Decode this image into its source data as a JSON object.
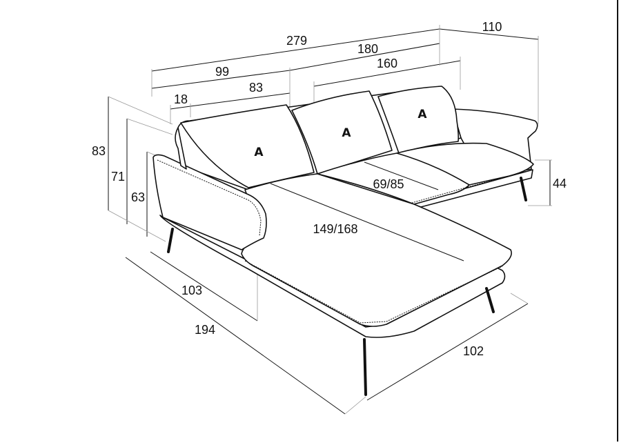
{
  "diagram": {
    "cushion_marker": "A",
    "dimensions": {
      "total_width": "279",
      "chaise_depth_right": "110",
      "sofa_width": "180",
      "module_width_left": "99",
      "seat_width_right": "160",
      "armrest": "18",
      "seat_width_left": "83",
      "height_total": "83",
      "height_back": "71",
      "height_arm": "63",
      "seat_height": "44",
      "seat_depth_sofa": "69/85",
      "chaise_seat_depth": "149/168",
      "chaise_width": "103",
      "chaise_length": "194",
      "sofa_depth": "102"
    }
  }
}
